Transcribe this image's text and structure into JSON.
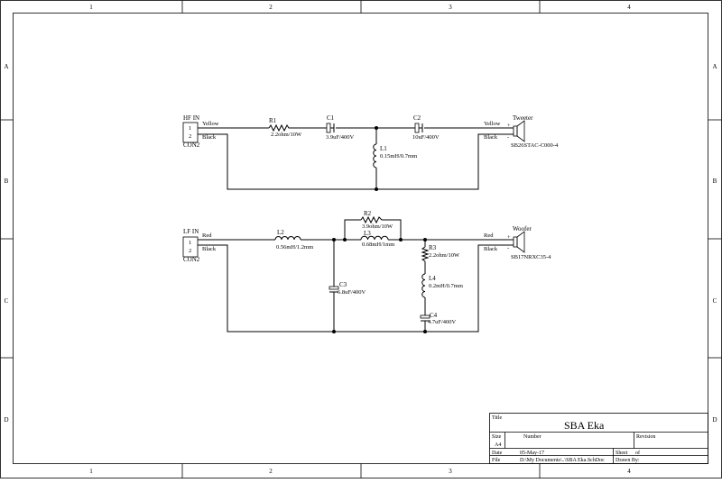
{
  "border": {
    "columns": [
      "1",
      "2",
      "3",
      "4"
    ],
    "rows": [
      "A",
      "B",
      "C",
      "D"
    ]
  },
  "hf": {
    "connector": {
      "title": "HF IN",
      "ref": "CON2",
      "pin1": "1",
      "pin2": "2"
    },
    "wire_plus": "Yellow",
    "wire_minus": "Black",
    "out_plus": "Yellow",
    "out_minus": "Black",
    "r1": {
      "ref": "R1",
      "value": "2.2ohm/10W"
    },
    "c1": {
      "ref": "C1",
      "value": "3.9uF/400V"
    },
    "c2": {
      "ref": "C2",
      "value": "10uF/400V"
    },
    "l1": {
      "ref": "L1",
      "value": "0.15mH/0.7mm"
    },
    "speaker": {
      "name": "Tweeter",
      "model": "SB26STAC-C000-4",
      "plus": "+",
      "minus": "-"
    }
  },
  "lf": {
    "connector": {
      "title": "LF IN",
      "ref": "CON2",
      "pin1": "1",
      "pin2": "2"
    },
    "wire_plus": "Red",
    "wire_minus": "Black",
    "out_plus": "Red",
    "out_minus": "Black",
    "l2": {
      "ref": "L2",
      "value": "0.56mH/1.2mm"
    },
    "r2": {
      "ref": "R2",
      "value": "3.9ohm/10W"
    },
    "l3": {
      "ref": "L3",
      "value": "0.68mH/1mm"
    },
    "r3": {
      "ref": "R3",
      "value": "2.2ohm/10W"
    },
    "l4": {
      "ref": "L4",
      "value": "0.2mH/0.7mm"
    },
    "c3": {
      "ref": "C3",
      "value": "6.8uF/400V"
    },
    "c4": {
      "ref": "C4",
      "value": "4.7uF/400V"
    },
    "speaker": {
      "name": "Woofer",
      "model": "SB17NRXC35-4",
      "plus": "+",
      "minus": "-"
    }
  },
  "title_block": {
    "title_label": "Title",
    "title": "SBA Eka",
    "size_label": "Size",
    "size": "A4",
    "number_label": "Number",
    "revision_label": "Revision",
    "date_label": "Date",
    "date": "05-May-17",
    "file_label": "File",
    "file": "D:\\My Documents\\..\\SBA Eka.SchDoc",
    "sheet_label": "Sheet",
    "sheet_of": "of",
    "drawn_label": "Drawn By:"
  }
}
